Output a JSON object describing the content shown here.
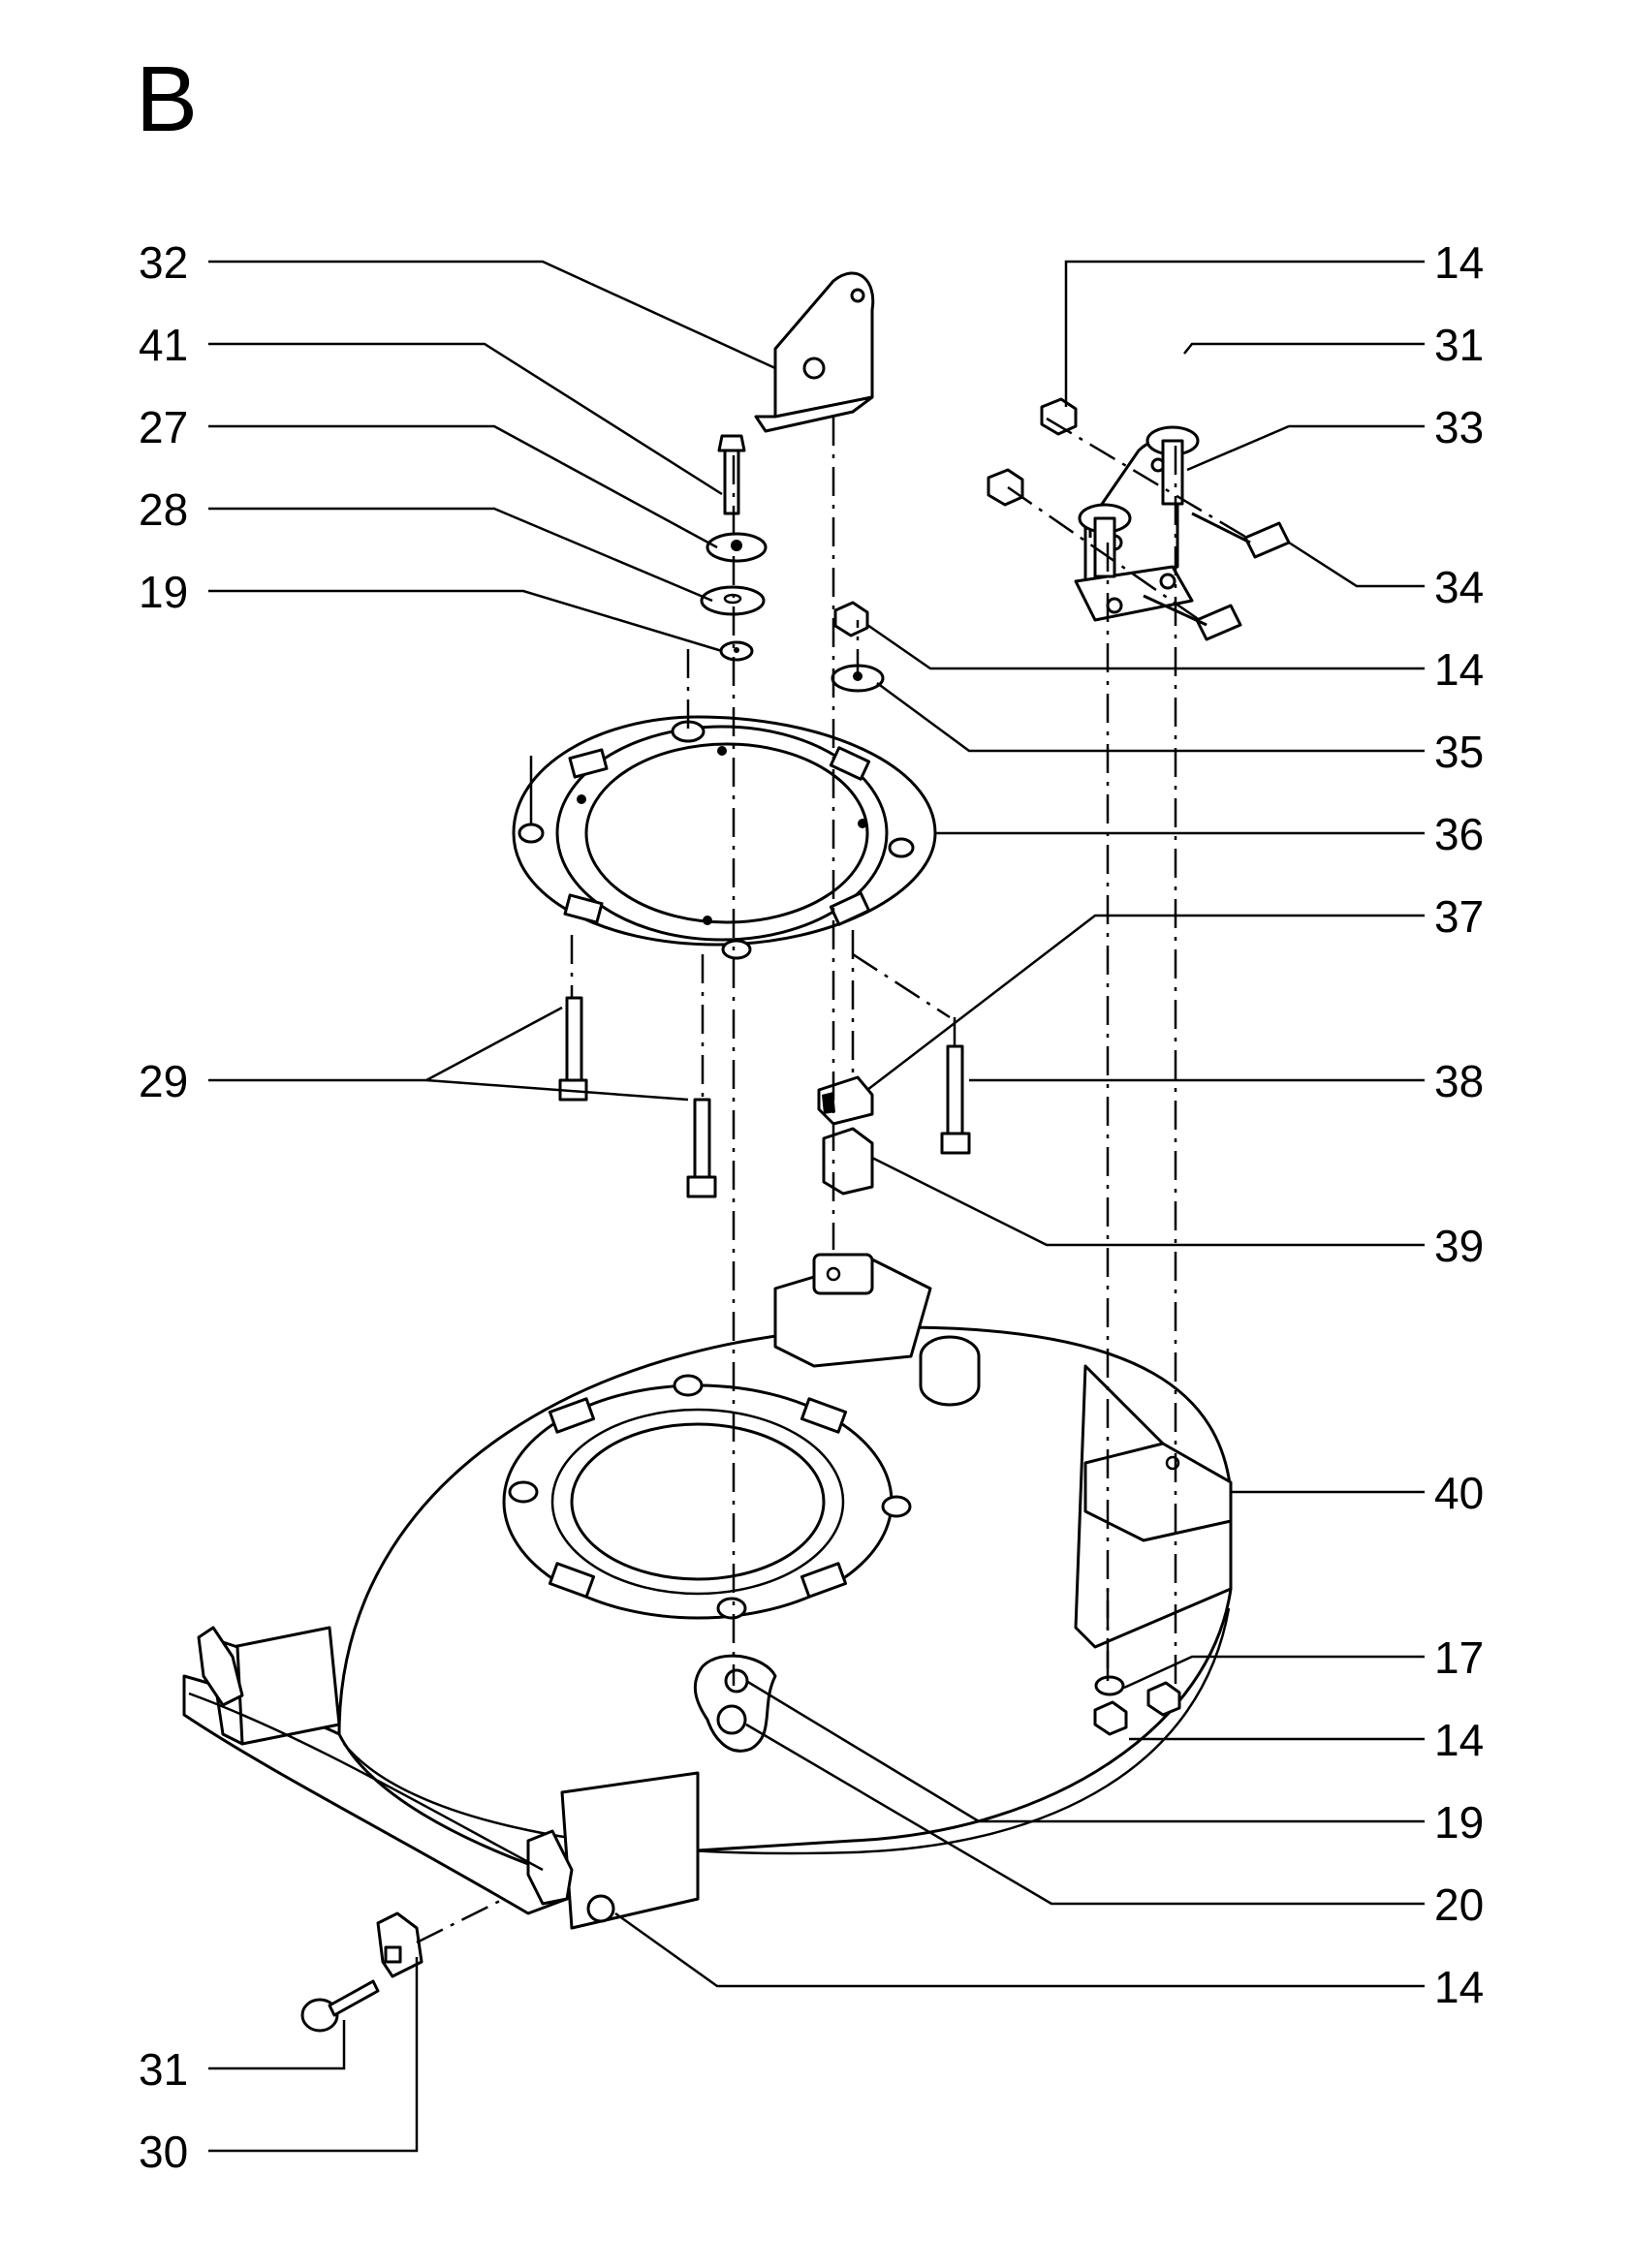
{
  "section_letter": "B",
  "labels": {
    "left": [
      "32",
      "41",
      "27",
      "28",
      "19",
      "29",
      "31",
      "30"
    ],
    "right": [
      "14",
      "31",
      "33",
      "34",
      "14",
      "35",
      "36",
      "37",
      "38",
      "39",
      "40",
      "17",
      "14",
      "19",
      "20",
      "14"
    ]
  }
}
